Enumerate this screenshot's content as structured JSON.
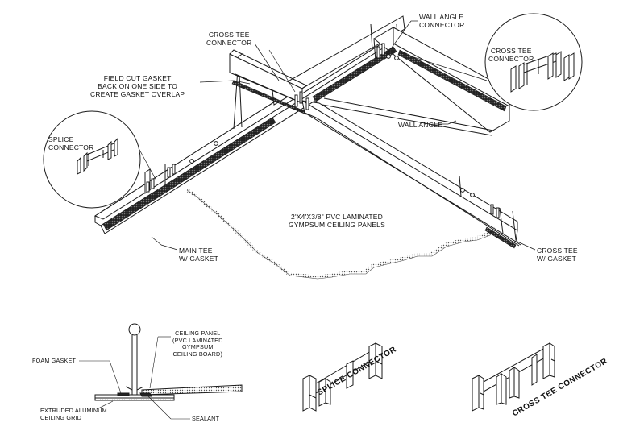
{
  "labels": {
    "cross_tee_connector_top": "CROSS TEE\nCONNECTOR",
    "wall_angle_connector": "WALL ANGLE\nCONNECTOR",
    "cross_tee_connector_detail": "CROSS TEE\nCONNECTOR",
    "field_cut_gasket": "FIELD CUT GASKET\nBACK ON ONE SIDE TO\nCREATE GASKET OVERLAP",
    "wall_angle": "WALL ANGLE",
    "splice_connector_detail": "SPLICE\nCONNECTOR",
    "ceiling_panels": "2'X4'X3/8\" PVC LAMINATED\nGYMPSUM CEILING PANELS",
    "main_tee": "MAIN TEE\nw/ GASKET",
    "cross_tee_gasket": "CROSS TEE\nw/ GASKET",
    "foam_gasket": "FOAM GASKET",
    "ceiling_panel_section": "CEILING PANEL\n(PVC LAMINATED\nGYMPSUM\nCEILING BOARD)",
    "extruded_grid": "EXTRUDED ALUMINUM\nCEILING GRID",
    "sealant": "SEALANT",
    "splice_connector_title": "SPLICE CONNECTOR",
    "cross_tee_connector_title": "CROSS TEE CONNECTOR"
  },
  "colors": {
    "ink": "#1a1a1a",
    "gasket": "#2b2b2b",
    "panel_edge": "#555555"
  }
}
